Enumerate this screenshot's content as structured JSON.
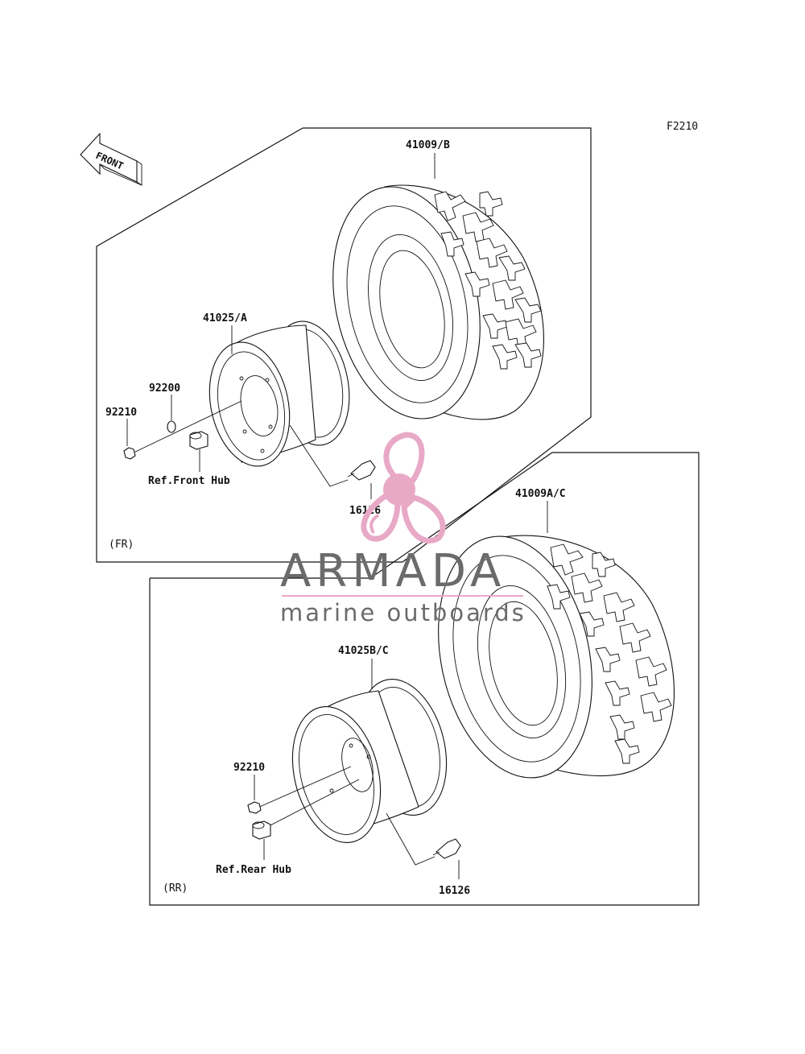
{
  "figure_code": "F2210",
  "front_arrow_label": "FRONT",
  "watermark": {
    "brand": "ARMADA",
    "tagline": "marine outboards",
    "accent_color": "#e8a9c6",
    "text_color": "#6b6b6b"
  },
  "front_section": {
    "section_label": "(FR)",
    "parts": {
      "tire": "41009/B",
      "rim": "41025/A",
      "washer": "92200",
      "nut": "92210",
      "valve": "16126",
      "hub_ref": "Ref.Front Hub"
    }
  },
  "rear_section": {
    "section_label": "(RR)",
    "parts": {
      "tire": "41009A/C",
      "rim": "41025B/C",
      "nut": "92210",
      "valve": "16126",
      "hub_ref": "Ref.Rear Hub"
    }
  }
}
